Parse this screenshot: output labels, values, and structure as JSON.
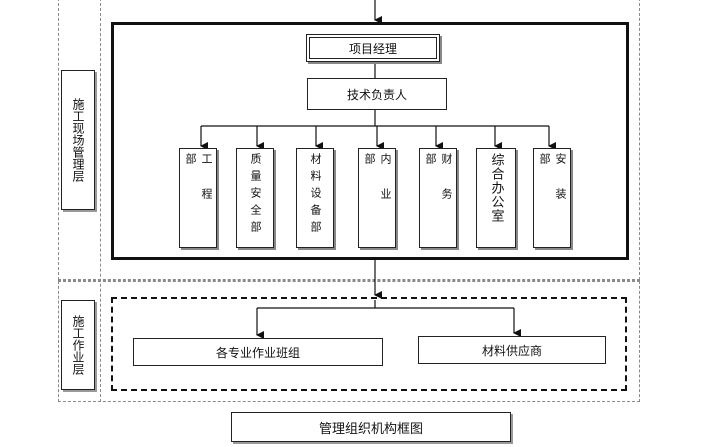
{
  "diagram": {
    "layers": {
      "management": "施工现场管理层",
      "operation": "施工作业层"
    },
    "nodes": {
      "project_manager": "项目经理",
      "tech_lead": "技术负责人",
      "departments": [
        {
          "id": "engineering",
          "label": "工程部"
        },
        {
          "id": "quality_safety",
          "label": "质量安全部"
        },
        {
          "id": "materials_equipment",
          "label": "材料设备部"
        },
        {
          "id": "internal",
          "label": "内业部"
        },
        {
          "id": "finance",
          "label": "财务部"
        },
        {
          "id": "general_office",
          "label": "综合办公室"
        },
        {
          "id": "installation",
          "label": "安装部"
        }
      ],
      "work_teams": "各专业作业班组",
      "material_supplier": "材料供应商"
    },
    "caption": "管理组织机构框图"
  }
}
